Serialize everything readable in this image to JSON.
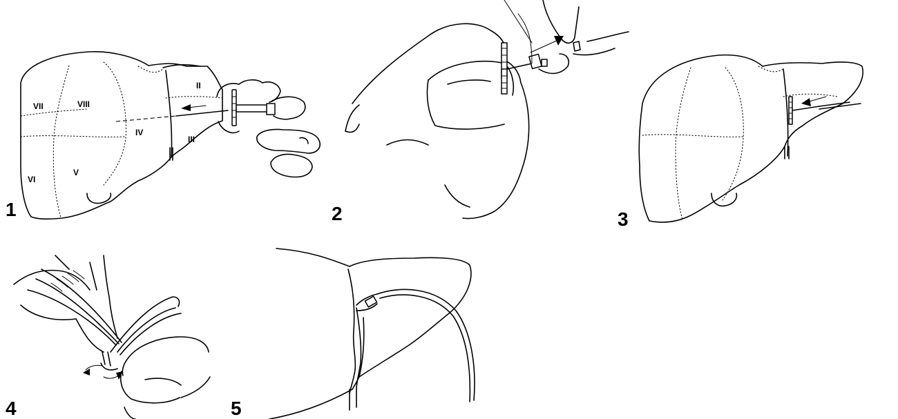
{
  "figure": {
    "steps": [
      {
        "number": "1",
        "segments": [
          "II",
          "VII",
          "VIII",
          "IV",
          "III",
          "VI",
          "V"
        ]
      },
      {
        "number": "2"
      },
      {
        "number": "3"
      },
      {
        "number": "4"
      },
      {
        "number": "5"
      }
    ]
  },
  "colors": {
    "line": "#000000",
    "background": "#ffffff"
  }
}
